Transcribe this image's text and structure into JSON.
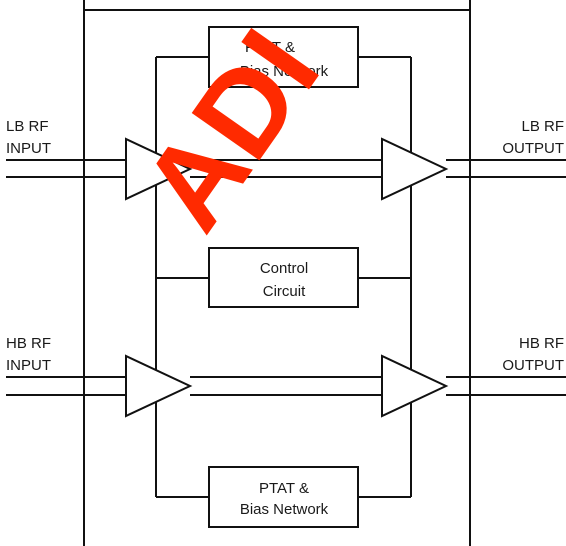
{
  "blocks": {
    "bias_top": {
      "line1": "PTAT &",
      "line2": "Bias Network"
    },
    "control": {
      "line1": "Control",
      "line2": "Circuit"
    },
    "bias_bottom": {
      "line1": "PTAT &",
      "line2": "Bias Network"
    }
  },
  "ports": {
    "lb_input": {
      "line1": "LB RF",
      "line2": "INPUT"
    },
    "lb_output": {
      "line1": "LB RF",
      "line2": "OUTPUT"
    },
    "hb_input": {
      "line1": "HB RF",
      "line2": "INPUT"
    },
    "hb_output": {
      "line1": "HB RF",
      "line2": "OUTPUT"
    }
  },
  "watermark": {
    "text": "ADI"
  },
  "colors": {
    "watermark": "#ff2a00",
    "line": "#111111"
  }
}
